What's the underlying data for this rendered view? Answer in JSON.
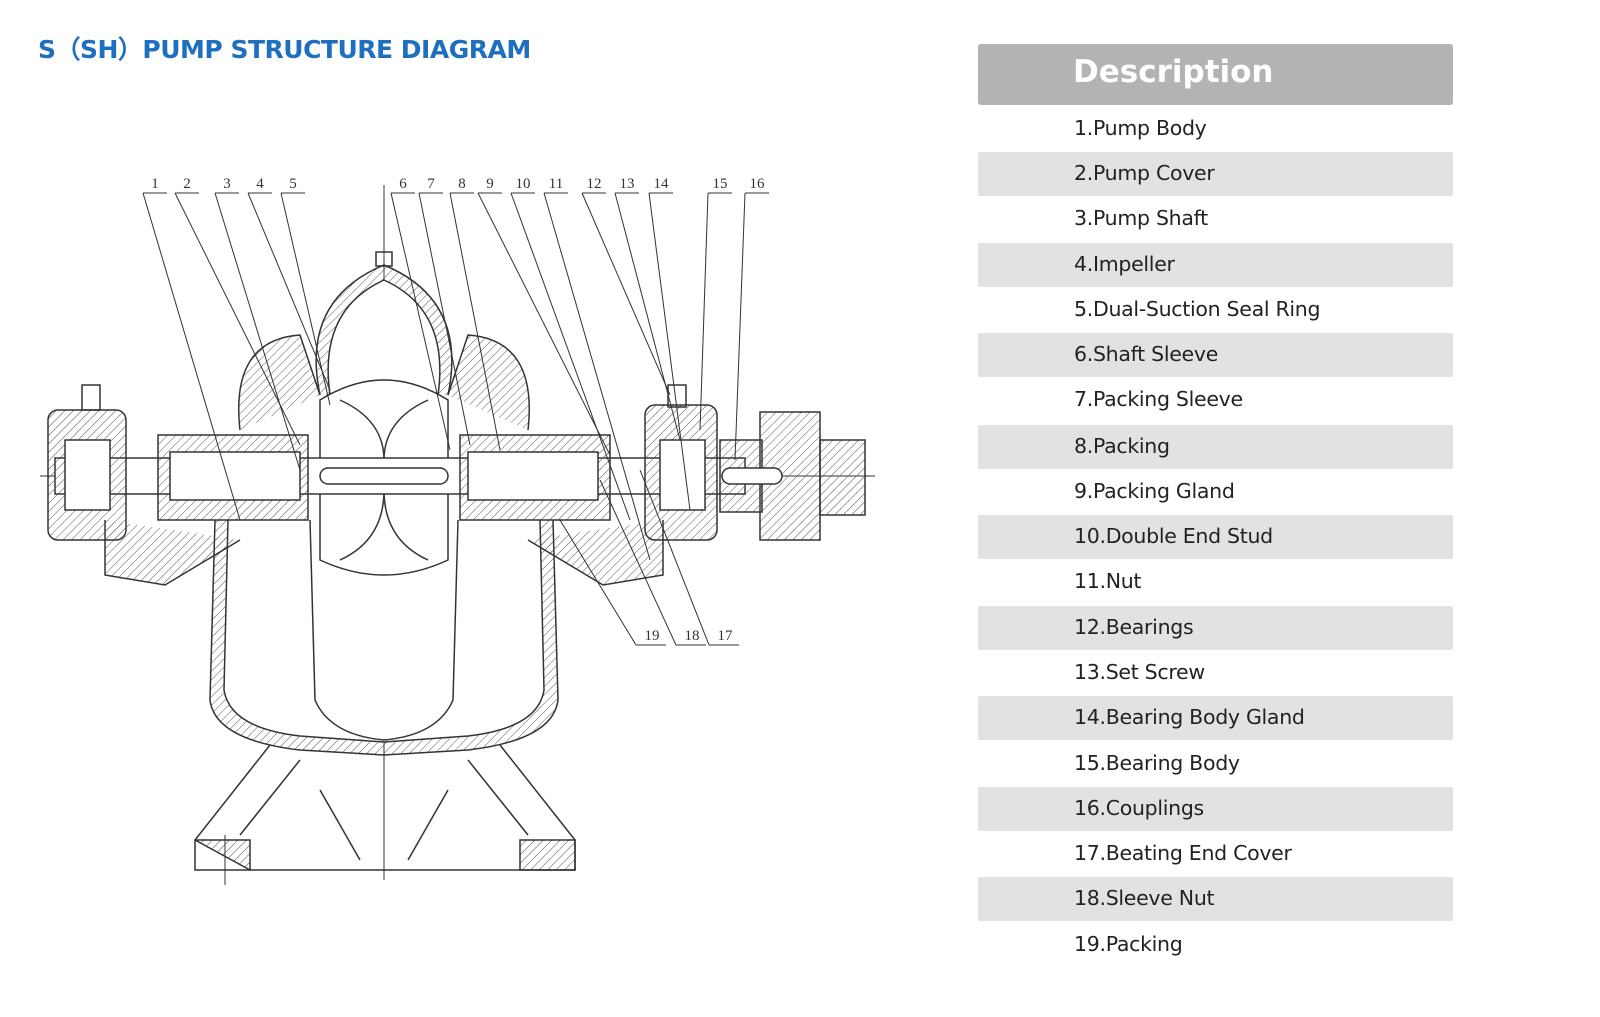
{
  "title": "S（SH）PUMP STRUCTURE DIAGRAM",
  "description": {
    "header": "Description",
    "items": [
      "1.Pump Body",
      "2.Pump Cover",
      "3.Pump Shaft",
      "4.Impeller",
      "5.Dual-Suction Seal Ring",
      "6.Shaft Sleeve",
      "7.Packing Sleeve",
      "8.Packing",
      "9.Packing Gland",
      "10.Double End Stud",
      "11.Nut",
      "12.Bearings",
      "13.Set Screw",
      "14.Bearing Body Gland",
      "15.Bearing Body",
      "16.Couplings",
      "17.Beating End Cover",
      "18.Sleeve Nut",
      "19.Packing"
    ]
  },
  "diagram": {
    "top_labels": [
      "1",
      "2",
      "3",
      "4",
      "5",
      "6",
      "7",
      "8",
      "9",
      "10",
      "11",
      "12",
      "13",
      "14",
      "15",
      "16"
    ],
    "bottom_labels": [
      "19",
      "18",
      "17"
    ],
    "line_color": "#333333"
  }
}
